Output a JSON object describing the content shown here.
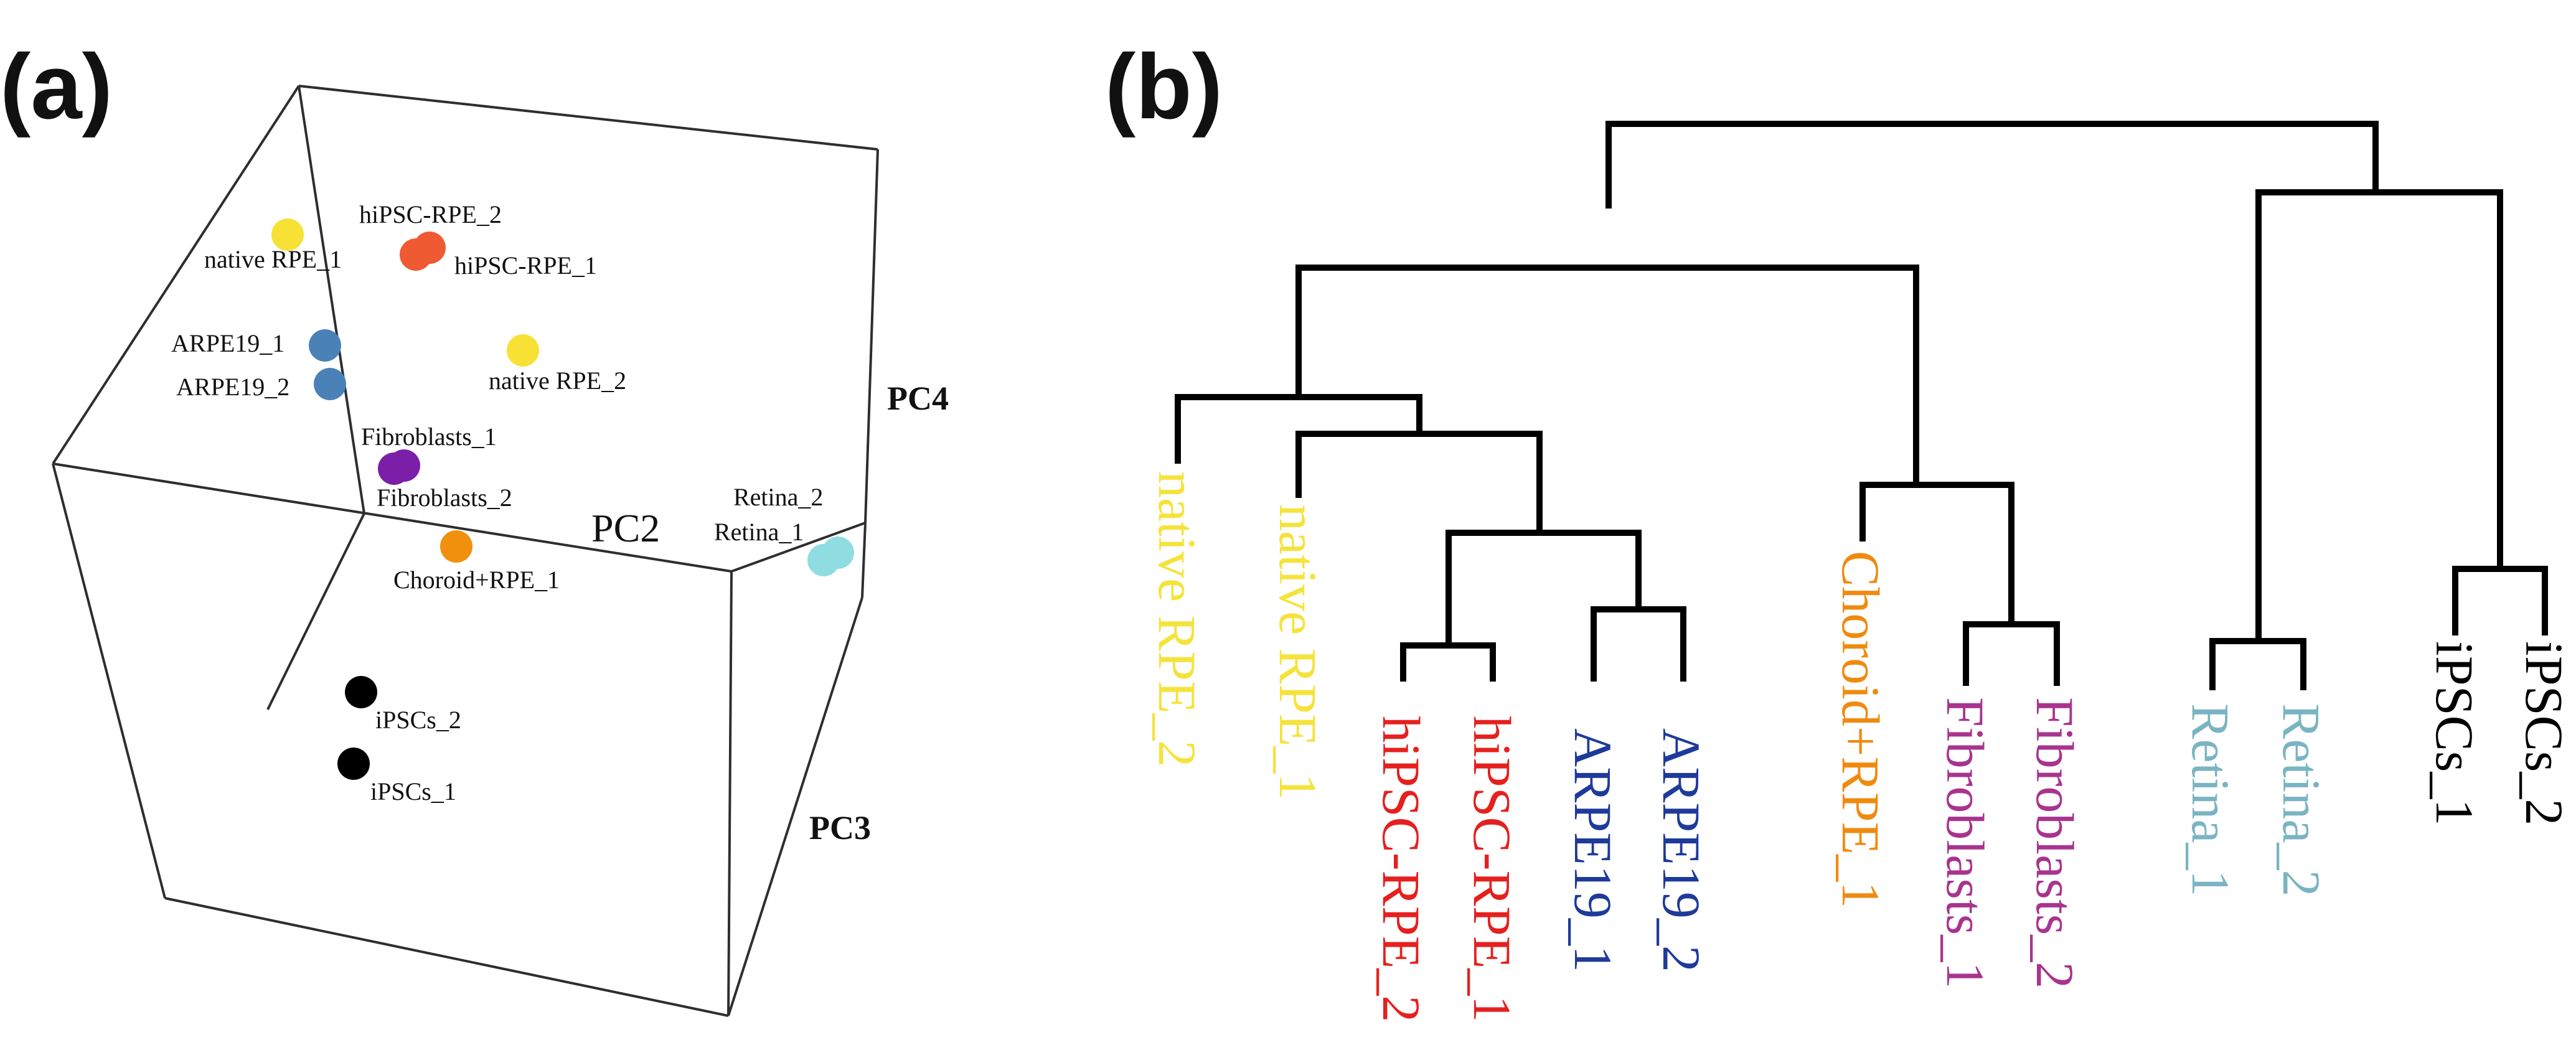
{
  "panel_a": {
    "label": "(a)",
    "axes": {
      "pc2": "PC2",
      "pc3": "PC3",
      "pc4": "PC4"
    },
    "points": [
      {
        "key": "native_rpe_1",
        "label": "native RPE_1",
        "color": "#f7e135"
      },
      {
        "key": "hipsc_rpe_2",
        "label": "hiPSC-RPE_2",
        "color": "#f05a32"
      },
      {
        "key": "hipsc_rpe_1",
        "label": "hiPSC-RPE_1",
        "color": "#f05a32"
      },
      {
        "key": "native_rpe_2",
        "label": "native RPE_2",
        "color": "#f7e135"
      },
      {
        "key": "arpe19_1",
        "label": "ARPE19_1",
        "color": "#4a82b8"
      },
      {
        "key": "arpe19_2",
        "label": "ARPE19_2",
        "color": "#4a82b8"
      },
      {
        "key": "fibroblasts_1",
        "label": "Fibroblasts_1",
        "color": "#7b1fa8"
      },
      {
        "key": "fibroblasts_2",
        "label": "Fibroblasts_2",
        "color": "#7b1fa8"
      },
      {
        "key": "choroid_rpe_1",
        "label": "Choroid+RPE_1",
        "color": "#f0900c"
      },
      {
        "key": "retina_2",
        "label": "Retina_2",
        "color": "#8fdde0"
      },
      {
        "key": "retina_1",
        "label": "Retina_1",
        "color": "#8fdde0"
      },
      {
        "key": "ipscs_2",
        "label": "iPSCs_2",
        "color": "#000000"
      },
      {
        "key": "ipscs_1",
        "label": "iPSCs_1",
        "color": "#000000"
      }
    ]
  },
  "panel_b": {
    "label": "(b)",
    "leaves": [
      {
        "label": "native RPE_2",
        "color": "#f5e33a"
      },
      {
        "label": "native RPE_1",
        "color": "#f5e33a"
      },
      {
        "label": "hiPSC-RPE_2",
        "color": "#e5201e"
      },
      {
        "label": "hiPSC-RPE_1",
        "color": "#e5201e"
      },
      {
        "label": "ARPE19_1",
        "color": "#1e3a9a"
      },
      {
        "label": "ARPE19_2",
        "color": "#1e3a9a"
      },
      {
        "label": "Choroid+RPE_1",
        "color": "#f08a0e"
      },
      {
        "label": "Fibroblasts_1",
        "color": "#a8348e"
      },
      {
        "label": "Fibroblasts_2",
        "color": "#a8348e"
      },
      {
        "label": "Retina_1",
        "color": "#7ab4c2"
      },
      {
        "label": "Retina_2",
        "color": "#7ab4c2"
      },
      {
        "label": "iPSCs_1",
        "color": "#000000"
      },
      {
        "label": "iPSCs_2",
        "color": "#000000"
      }
    ]
  }
}
